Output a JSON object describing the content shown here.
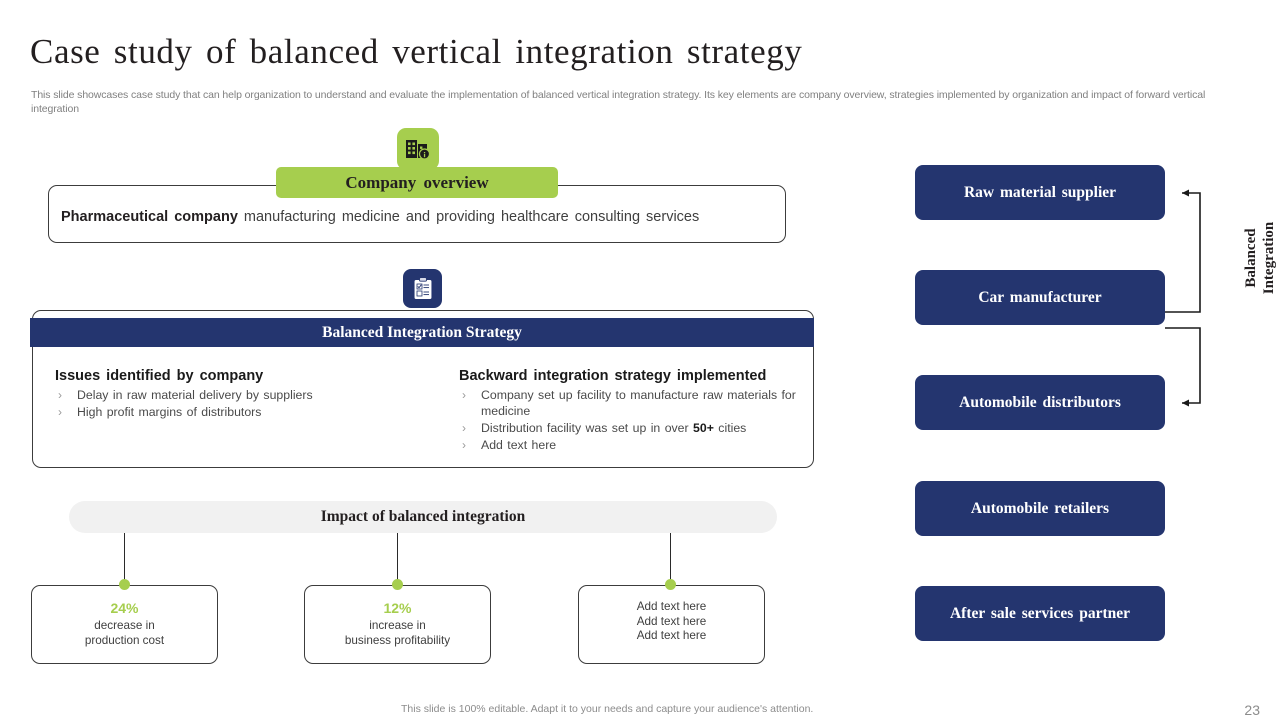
{
  "slide": {
    "title": "Case study of balanced vertical integration strategy",
    "subtitle": "This slide showcases case study that can help organization to understand and evaluate the implementation of balanced vertical integration strategy. Its key elements are company overview, strategies implemented by organization and impact of forward vertical integration",
    "page_number": "23",
    "footer_note": "This slide is 100% editable. Adapt it to your needs and capture your audience's attention."
  },
  "colors": {
    "navy": "#24356F",
    "green": "#A6CE4E",
    "bar_grey": "#F1F1F1",
    "body_text": "#4A4A4A"
  },
  "company_overview": {
    "icon": "building-info-icon",
    "banner_label": "Company overview",
    "description_bold": "Pharmaceutical company",
    "description_rest": " manufacturing  medicine and providing healthcare  consulting  services"
  },
  "strategy": {
    "icon": "clipboard-icon",
    "header": "Balanced Integration Strategy",
    "columns": [
      {
        "heading": "Issues identified by company",
        "items": [
          {
            "text": "Delay in raw material delivery by suppliers"
          },
          {
            "text": "High profit margins of distributors"
          }
        ]
      },
      {
        "heading": "Backward integration strategy implemented",
        "items": [
          {
            "text": "Company set up facility to manufacture raw materials for medicine"
          },
          {
            "pre": "Distribution facility was set up in over ",
            "strong": "50+",
            "post": " cities"
          },
          {
            "text": "Add text here"
          }
        ]
      }
    ]
  },
  "impact": {
    "bar_label": "Impact of balanced integration",
    "cards": [
      {
        "pct": "24%",
        "desc": "decrease in\nproduction cost"
      },
      {
        "pct": "12%",
        "desc": "increase in\nbusiness profitability"
      },
      {
        "pct": "",
        "desc": "Add text here\nAdd text here\nAdd text here"
      }
    ]
  },
  "chain": {
    "vertical_label": "Balanced\nIntegration",
    "boxes": [
      {
        "label": "Raw material supplier"
      },
      {
        "label": "Car manufacturer"
      },
      {
        "label": "Automobile distributors"
      },
      {
        "label": "Automobile retailers"
      },
      {
        "label": "After sale services partner"
      }
    ]
  }
}
